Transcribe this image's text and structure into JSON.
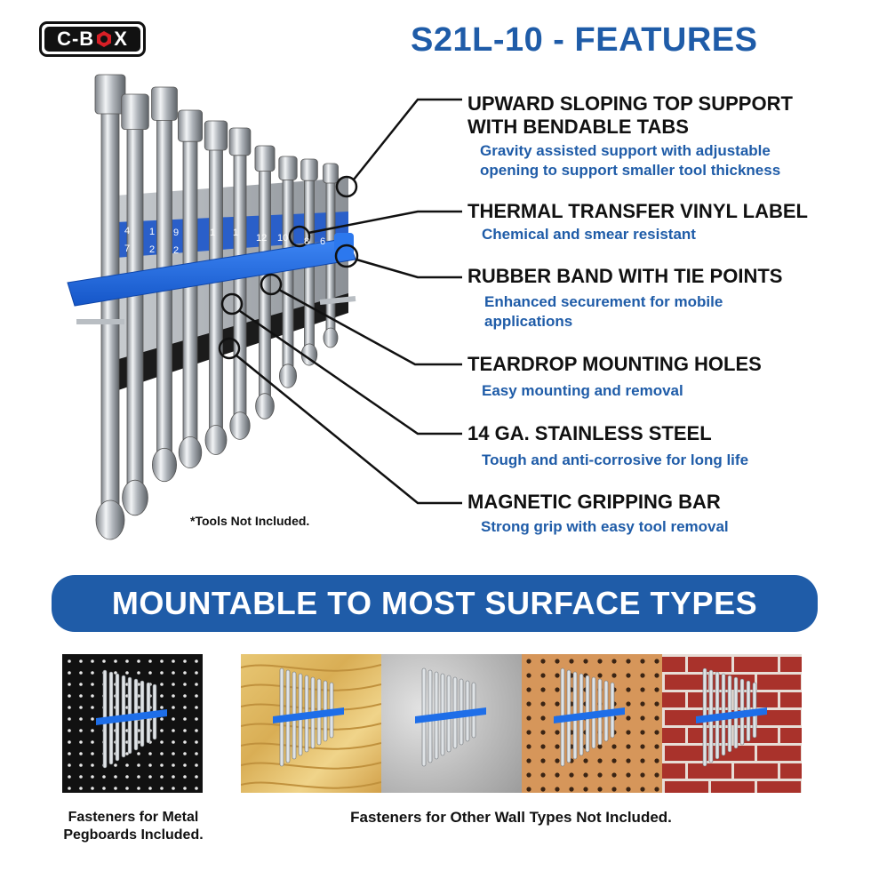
{
  "brand": {
    "logo_text_left": "C-B",
    "logo_text_right": "X",
    "logo_icon": "hex-nut-icon"
  },
  "title": "S21L-10 - FEATURES",
  "features": [
    {
      "heading_lines": [
        "UPWARD SLOPING TOP SUPPORT",
        "WITH BENDABLE TABS"
      ],
      "desc_lines": [
        "Gravity assisted support with adjustable",
        "opening to support smaller tool thickness"
      ]
    },
    {
      "heading_lines": [
        "THERMAL TRANSFER VINYL LABEL"
      ],
      "desc_lines": [
        "Chemical and smear resistant"
      ]
    },
    {
      "heading_lines": [
        "RUBBER BAND WITH TIE POINTS"
      ],
      "desc_lines": [
        "Enhanced securement for mobile",
        "applications"
      ]
    },
    {
      "heading_lines": [
        "TEARDROP MOUNTING HOLES"
      ],
      "desc_lines": [
        "Easy mounting and removal"
      ]
    },
    {
      "heading_lines": [
        "14 GA. STAINLESS STEEL"
      ],
      "desc_lines": [
        "Tough and anti-corrosive for long life"
      ]
    },
    {
      "heading_lines": [
        "MAGNETIC GRIPPING BAR"
      ],
      "desc_lines": [
        "Strong grip with easy tool removal"
      ]
    }
  ],
  "label_numbers": [
    "4",
    "7",
    "1",
    "2",
    "9",
    "2",
    "1",
    "1",
    "12",
    "10",
    "8",
    "6"
  ],
  "tools_note": "*Tools Not Included.",
  "banner": "MOUNTABLE TO MOST SURFACE TYPES",
  "captions": {
    "metal_line1": "Fasteners for Metal",
    "metal_line2": "Pegboards Included.",
    "other": "Fasteners for Other Wall Types Not Included."
  },
  "surfaces": [
    "metal-pegboard",
    "plywood",
    "concrete",
    "hardboard-pegboard",
    "brick"
  ],
  "colors": {
    "brand_blue": "#1f5ca8",
    "band_blue": "#1e6ee8",
    "text": "#111111"
  }
}
